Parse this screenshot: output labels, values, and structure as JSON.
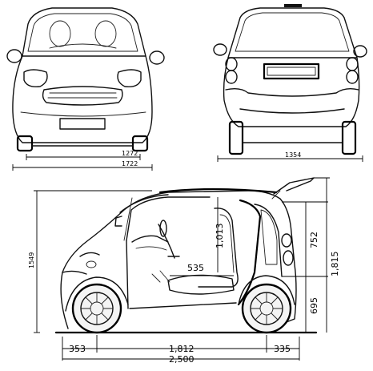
{
  "dimensions": {
    "front_track": "1272",
    "front_width": "1722",
    "rear_width": "1354",
    "height_total": "1549",
    "seat_to_roof": "1,013",
    "seat_depth": "535",
    "rear_upper": "752",
    "rear_lower": "695",
    "rear_height": "1,815",
    "front_overhang": "353",
    "wheelbase": "1,812",
    "rear_overhang": "335",
    "length_total": "2,500"
  }
}
